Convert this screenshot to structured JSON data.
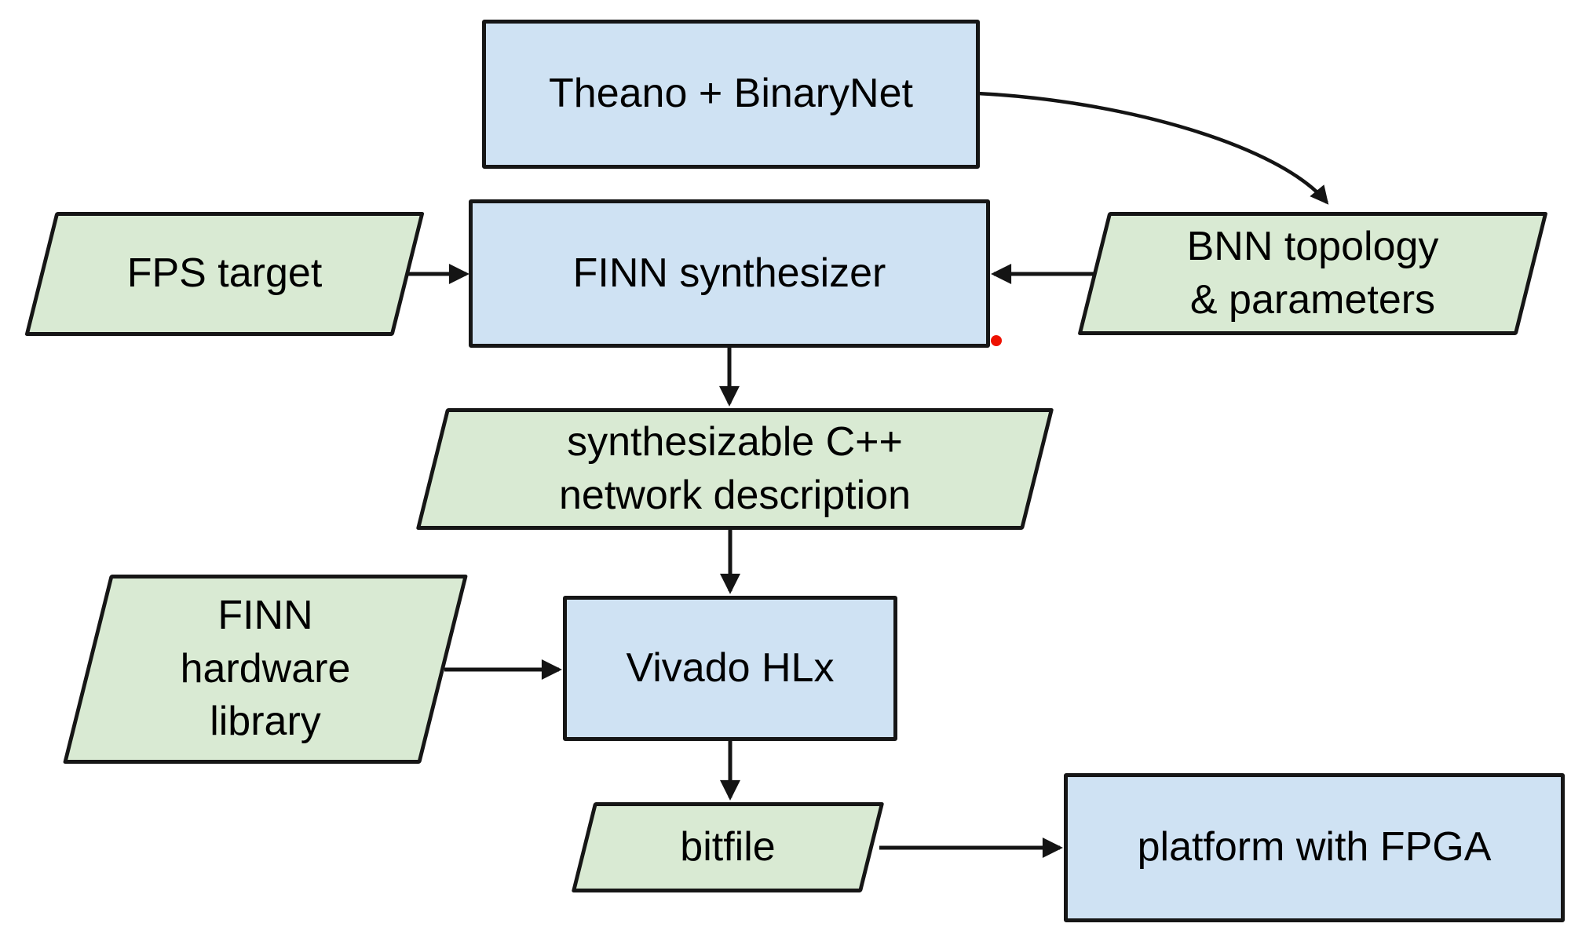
{
  "diagram": {
    "background": "#ffffff",
    "colors": {
      "process_box_fill": "#cfe2f3",
      "data_shape_fill": "#d9ead3",
      "border": "#161616",
      "arrow": "#141414",
      "text": "#000000",
      "red_dot": "#ee1100"
    },
    "nodes": {
      "theano": {
        "shape": "rect",
        "lines": [
          "Theano + BinaryNet"
        ]
      },
      "fps_target": {
        "shape": "parallelogram",
        "lines": [
          "FPS target"
        ]
      },
      "finn_synthesizer": {
        "shape": "rect",
        "lines": [
          "FINN synthesizer"
        ]
      },
      "bnn_topology": {
        "shape": "parallelogram",
        "lines": [
          "BNN topology",
          "& parameters"
        ]
      },
      "cpp_description": {
        "shape": "parallelogram",
        "lines": [
          "synthesizable C++",
          "network description"
        ]
      },
      "finn_hw_library": {
        "shape": "parallelogram",
        "lines": [
          "FINN",
          "hardware",
          "library"
        ]
      },
      "vivado_hlx": {
        "shape": "rect",
        "lines": [
          "Vivado HLx"
        ]
      },
      "bitfile": {
        "shape": "parallelogram",
        "lines": [
          "bitfile"
        ]
      },
      "platform_fpga": {
        "shape": "rect",
        "lines": [
          "platform with FPGA"
        ]
      }
    },
    "edges": [
      {
        "from": "theano",
        "to": "bnn_topology",
        "style": "curved"
      },
      {
        "from": "fps_target",
        "to": "finn_synthesizer",
        "style": "straight"
      },
      {
        "from": "bnn_topology",
        "to": "finn_synthesizer",
        "style": "straight"
      },
      {
        "from": "finn_synthesizer",
        "to": "cpp_description",
        "style": "straight"
      },
      {
        "from": "cpp_description",
        "to": "vivado_hlx",
        "style": "straight"
      },
      {
        "from": "finn_hw_library",
        "to": "vivado_hlx",
        "style": "straight"
      },
      {
        "from": "vivado_hlx",
        "to": "bitfile",
        "style": "straight"
      },
      {
        "from": "bitfile",
        "to": "platform_fpga",
        "style": "straight"
      }
    ],
    "annotations": {
      "red_dot_position": "bottom-right corner of FINN synthesizer box"
    }
  }
}
